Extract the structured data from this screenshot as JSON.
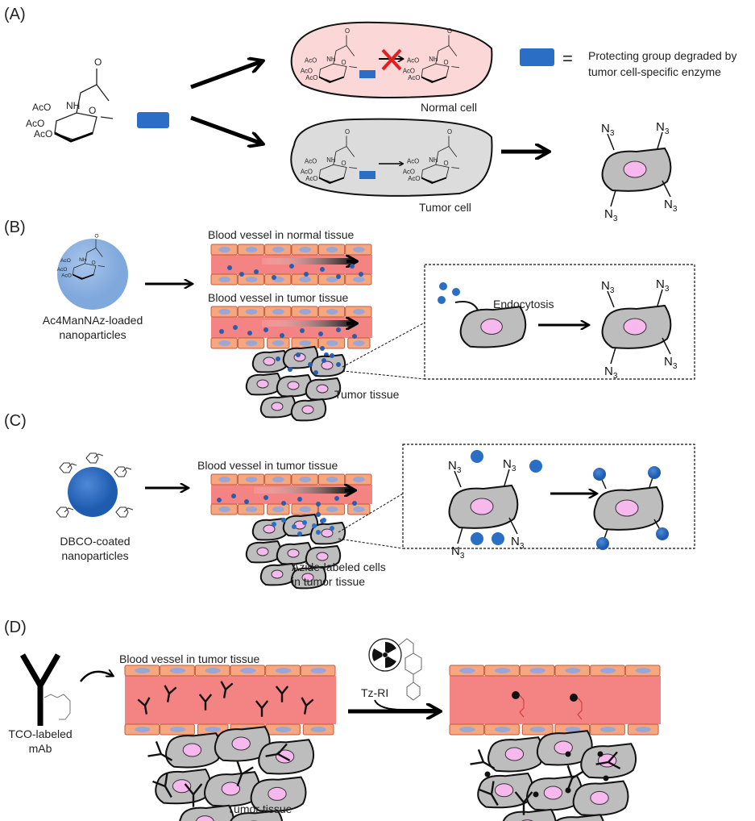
{
  "colors": {
    "protecting_group": "#2a6ec6",
    "normal_cell": "#fbd7d7",
    "tumor_cell": "#dcdcdc",
    "cell": "#bdbdbd",
    "nucleus": "#f7b8ee",
    "vessel": "#f48484",
    "wall_cell": "#f7a77f",
    "wall_nucleus": "#9aa6d6",
    "nanoparticle_light": "#7fa8dc",
    "nanoparticle_dark": "#1f5cb0"
  },
  "panelA": {
    "label": "(A)",
    "normal_cell": "Normal cell",
    "tumor_cell": "Tumor cell",
    "legend": [
      "Protecting group degraded by",
      "tumor cell-specific enzyme"
    ],
    "legend_eq": "=",
    "azide": "N3"
  },
  "panelB": {
    "label": "(B)",
    "nanoparticle": [
      "Ac4ManNAz-loaded",
      "nanoparticles"
    ],
    "vessel_normal": "Blood vessel in normal tissue",
    "vessel_tumor": "Blood vessel in tumor tissue",
    "tissue": "Tumor tissue",
    "process": "Endocytosis"
  },
  "panelC": {
    "label": "(C)",
    "nanoparticle": [
      "DBCO-coated",
      "nanoparticles"
    ],
    "vessel": "Blood vessel in tumor tissue",
    "tissue": [
      "Azide-labeled cells",
      "in tumor tissue"
    ]
  },
  "panelD": {
    "label": "(D)",
    "antibody": [
      "TCO-labeled",
      "mAb"
    ],
    "vessel": "Blood vessel in tumor tissue",
    "reagent": "Tz-RI",
    "tissue": "Tumor tissue"
  }
}
